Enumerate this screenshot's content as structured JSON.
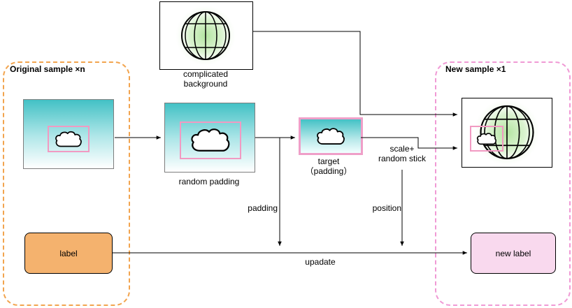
{
  "groups": {
    "original": {
      "title": "Original sample ×n",
      "label": "label"
    },
    "new": {
      "title": "New sample ×1",
      "label": "new label"
    }
  },
  "nodes": {
    "background_caption": "complicated\nbackground",
    "random_padding_caption": "random padding",
    "target_caption": "target\n（padding）"
  },
  "edge_labels": {
    "scale_stick": "scale+\nrandom stick",
    "padding": "padding",
    "position": "position",
    "update": "upadate"
  },
  "icons": {
    "globe": "globe-icon",
    "cloud": "cloud-icon"
  },
  "colors": {
    "image_teal": "#43c1c5",
    "pink_box_border": "#f19ac2",
    "target_border": "#ef9fc8",
    "orange_group_border": "#f2a44e",
    "pink_group_border": "#f09ad5",
    "label_fill": "#f4b26e",
    "new_label_fill": "#f9d9ee",
    "glow_green": "#aee39b"
  }
}
